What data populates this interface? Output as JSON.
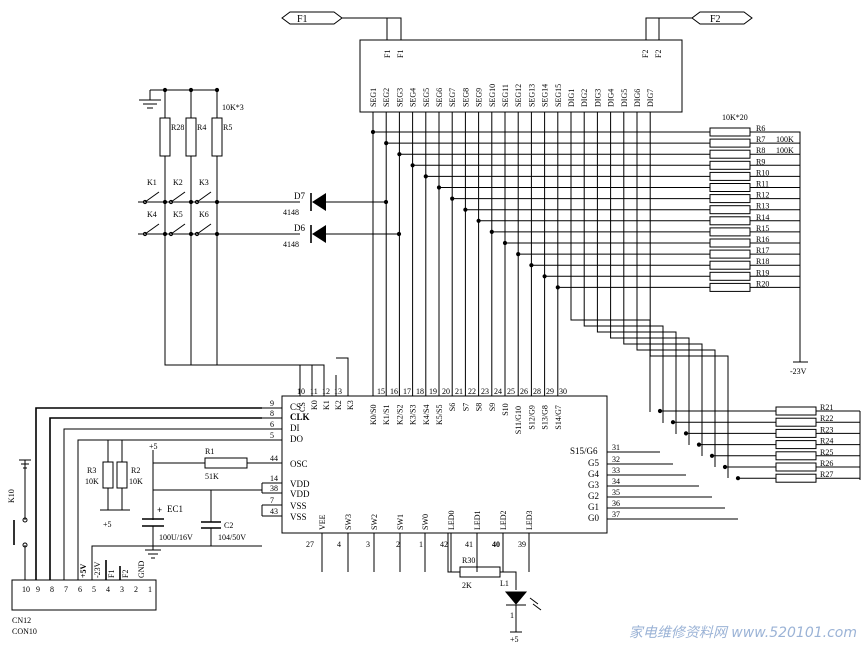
{
  "flags": {
    "f1": "F1",
    "f2": "F2"
  },
  "vfd": {
    "top_pins": [
      "F1",
      "F1",
      "F2",
      "F2"
    ],
    "seg_pins": [
      "SEG1",
      "SEG2",
      "SEG3",
      "SEG4",
      "SEG5",
      "SEG6",
      "SEG7",
      "SEG8",
      "SEG9",
      "SEG10",
      "SEG11",
      "SEG12",
      "SEG13",
      "SEG14",
      "SEG15",
      "DIG1",
      "DIG2",
      "DIG3",
      "DIG4",
      "DIG5",
      "DIG6",
      "DIG7"
    ]
  },
  "res_array": {
    "label": "10K*20",
    "names": [
      "R6",
      "R7",
      "R8",
      "R9",
      "R10",
      "R11",
      "R12",
      "R13",
      "R14",
      "R15",
      "R16",
      "R17",
      "R18",
      "R19",
      "R20"
    ],
    "r7_val": "100K",
    "r8_val": "100K"
  },
  "neg_supply": "-23V",
  "key_res": {
    "label": "10K*3",
    "names": [
      "R28",
      "R4",
      "R5"
    ]
  },
  "keys": [
    "K1",
    "K2",
    "K3",
    "K4",
    "K5",
    "K6"
  ],
  "diodes": [
    {
      "name": "D7",
      "part": "4148"
    },
    {
      "name": "D6",
      "part": "4148"
    }
  ],
  "ic": {
    "top_nums": [
      "10",
      "11",
      "12",
      "13",
      "15",
      "16",
      "17",
      "18",
      "19",
      "20",
      "21",
      "22",
      "23",
      "24",
      "25",
      "26",
      "28",
      "29",
      "30"
    ],
    "top_labels": [
      "CS",
      "K0",
      "K1",
      "K2",
      "K3",
      "K0/S0",
      "K1/S1",
      "K2/S2",
      "K3/S3",
      "K4/S4",
      "K5/S5",
      "S6",
      "S7",
      "S8",
      "S9",
      "S10",
      "S11/G10",
      "S12/G9",
      "S13/G8",
      "S14/G7"
    ],
    "left": [
      {
        "num": "9",
        "label": "CS"
      },
      {
        "num": "8",
        "label": "CLK"
      },
      {
        "num": "6",
        "label": "DI"
      },
      {
        "num": "5",
        "label": "DO"
      },
      {
        "num": "44",
        "label": "OSC"
      },
      {
        "num": "14",
        "label": "VDD"
      },
      {
        "num": "38",
        "label": "VDD"
      },
      {
        "num": "7",
        "label": "VSS"
      },
      {
        "num": "43",
        "label": "VSS"
      }
    ],
    "right": [
      {
        "num": "31",
        "label": "S15/G6"
      },
      {
        "num": "32",
        "label": "G5"
      },
      {
        "num": "33",
        "label": "G4"
      },
      {
        "num": "34",
        "label": "G3"
      },
      {
        "num": "35",
        "label": "G2"
      },
      {
        "num": "36",
        "label": "G1"
      },
      {
        "num": "37",
        "label": "G0"
      }
    ],
    "bottom": [
      {
        "num": "27",
        "label": "VEE"
      },
      {
        "num": "4",
        "label": "SW3"
      },
      {
        "num": "3",
        "label": "SW2"
      },
      {
        "num": "2",
        "label": "SW1"
      },
      {
        "num": "1",
        "label": "SW0"
      },
      {
        "num": "42",
        "label": "LED0"
      },
      {
        "num": "41",
        "label": "LED1"
      },
      {
        "num": "40",
        "label": "LED2"
      },
      {
        "num": "39",
        "label": "LED3"
      }
    ]
  },
  "right_res": [
    "R21",
    "R22",
    "R23",
    "R24",
    "R25",
    "R26",
    "R27"
  ],
  "osc": {
    "name": "R1",
    "value": "51K"
  },
  "pullups": [
    {
      "name": "R3",
      "value": "10K"
    },
    {
      "name": "R2",
      "value": "10K"
    }
  ],
  "plus5": "+5",
  "caps": [
    {
      "name": "EC1",
      "value": "100U/16V"
    },
    {
      "name": "C2",
      "value": "104/50V"
    }
  ],
  "connector": {
    "pin_nums": [
      "10",
      "9",
      "8",
      "7",
      "6",
      "5",
      "4",
      "3",
      "2",
      "1"
    ],
    "pin_labels": [
      "+5V",
      "-23V",
      "F1",
      "F2",
      "GND"
    ],
    "names": [
      "CN12",
      "CON10"
    ]
  },
  "k10": "K10",
  "led": {
    "resistor": "R30",
    "res_value": "2K",
    "name": "L1",
    "pin": "1"
  },
  "watermark": "家电维修资料网 www.520101.com"
}
